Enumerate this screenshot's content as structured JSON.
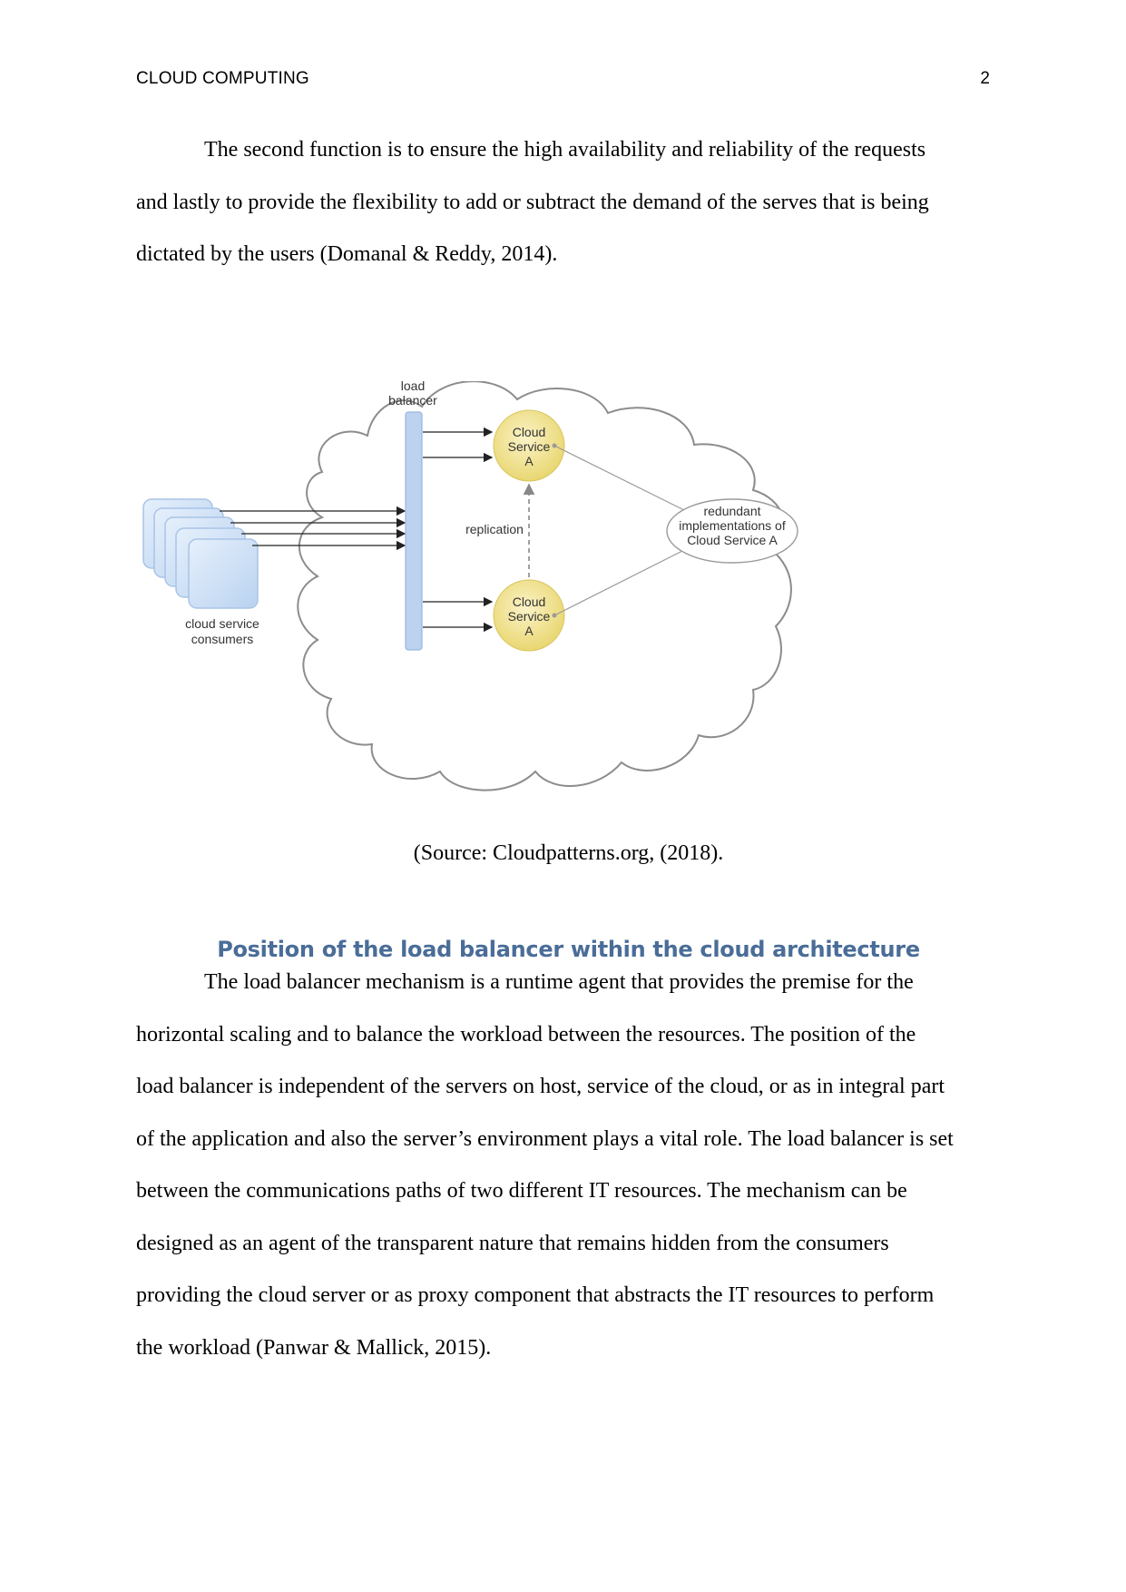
{
  "header": {
    "title": "CLOUD COMPUTING",
    "page_number": "2"
  },
  "intro_paragraph": {
    "lines": [
      "The second function is to ensure the high availability and reliability of the requests",
      "and lastly to provide the flexibility to add or subtract the demand of the serves that is being",
      "dictated by the users (Domanal & Reddy, 2014)."
    ]
  },
  "figure": {
    "labels": {
      "load_balancer_line1": "load",
      "load_balancer_line2": "balancer",
      "consumers_line1": "cloud service",
      "consumers_line2": "consumers",
      "replication": "replication",
      "service_top": [
        "Cloud",
        "Service",
        "A"
      ],
      "service_bottom": [
        "Cloud",
        "Service",
        "A"
      ],
      "redundant": [
        "redundant",
        "implementations of",
        "Cloud Service A"
      ]
    },
    "colors": {
      "cloud_outline": "#8c8c8c",
      "balancer_fill": "#bcd2ee",
      "service_fill": "#f4e7a0",
      "consumer_fill": "#cfe1f7"
    },
    "caption": "(Source: Cloudpatterns.org, (2018)."
  },
  "section": {
    "heading": "Position of the load balancer within the cloud architecture",
    "lines": [
      "The load balancer mechanism is a runtime agent that provides the premise for the",
      "horizontal scaling and to balance the workload between the resources. The position of the",
      "load balancer is independent of the servers on host, service of the cloud, or as in integral part",
      "of the application and also the server’s environment plays a vital role. The load balancer is set",
      "between the communications paths of two different IT resources. The mechanism can be",
      "designed as an agent of the transparent nature that remains hidden from the consumers",
      "providing the cloud server or as proxy component that abstracts the IT resources to perform",
      "the workload (Panwar & Mallick, 2015)."
    ]
  }
}
